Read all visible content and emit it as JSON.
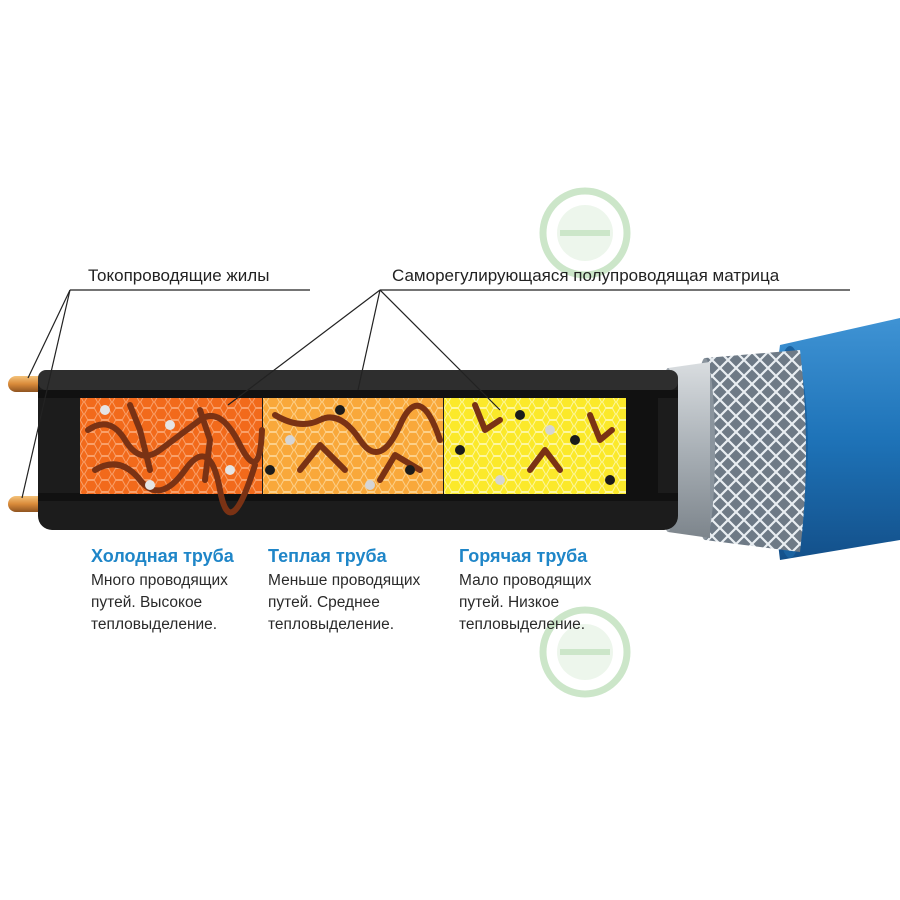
{
  "callouts": {
    "conductors": "Токопроводящие жилы",
    "matrix": "Саморегулирующаяся полупроводящая матрица"
  },
  "zones": [
    {
      "title": "Холодная труба",
      "lines": [
        "Много проводящих",
        "путей. Высокое",
        "тепловыделение."
      ],
      "color": "#f26a1b"
    },
    {
      "title": "Теплая труба",
      "lines": [
        "Меньше проводящих",
        "путей. Среднее",
        "тепловыделение."
      ],
      "color": "#f9a83a"
    },
    {
      "title": "Горячая труба",
      "lines": [
        "Мало проводящих",
        "путей. Низкое",
        "тепловыделение."
      ],
      "color": "#fbe92a"
    }
  ],
  "colors": {
    "title_blue": "#1f86c8",
    "jacket_blue": "#1e73b8",
    "cable_black": "#1c1c1c",
    "copper": "#d98a3a",
    "watermark_green": "#8fc98a"
  },
  "icons": {
    "watermark": "logo-watermark-icon"
  }
}
